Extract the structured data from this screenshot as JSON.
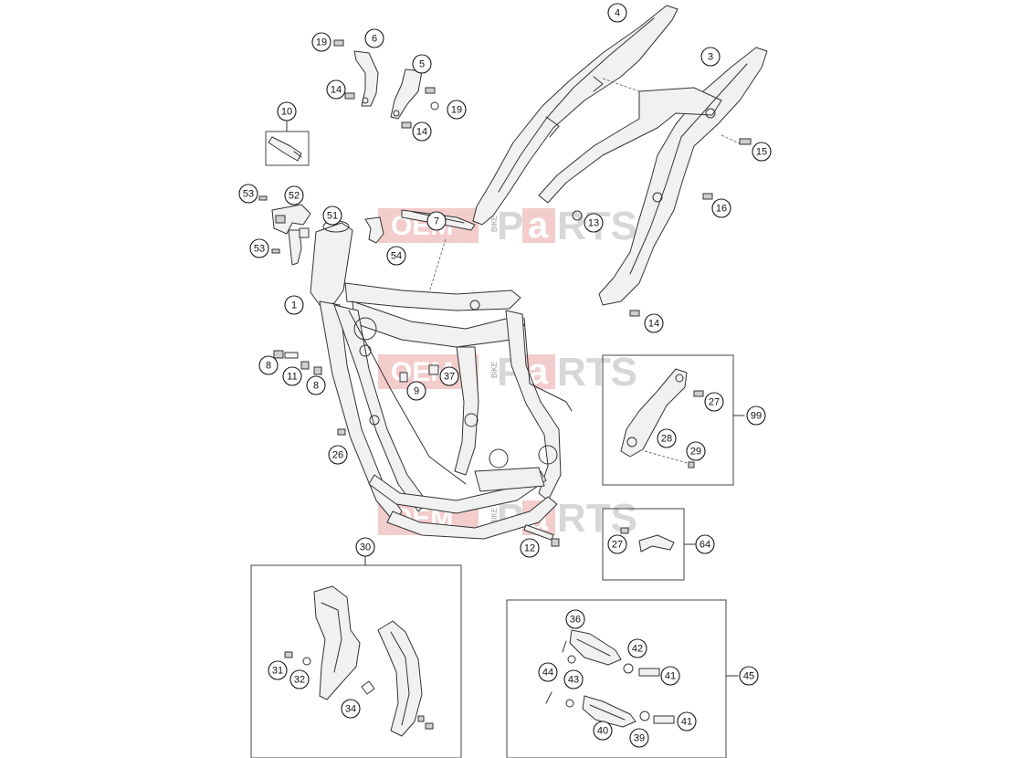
{
  "watermark": {
    "oem": "OEM",
    "bike": "BIKE",
    "p": "P",
    "a": "a",
    "rts": "RTS",
    "color": "#e07a7a"
  },
  "callouts": [
    {
      "id": "c4",
      "label": "4"
    },
    {
      "id": "c3",
      "label": "3"
    },
    {
      "id": "c19a",
      "label": "19"
    },
    {
      "id": "c6",
      "label": "6"
    },
    {
      "id": "c5",
      "label": "5"
    },
    {
      "id": "c14a",
      "label": "14"
    },
    {
      "id": "c19b",
      "label": "19"
    },
    {
      "id": "c14b",
      "label": "14"
    },
    {
      "id": "c10",
      "label": "10"
    },
    {
      "id": "c15",
      "label": "15"
    },
    {
      "id": "c53a",
      "label": "53"
    },
    {
      "id": "c52",
      "label": "52"
    },
    {
      "id": "c51",
      "label": "51"
    },
    {
      "id": "c7",
      "label": "7"
    },
    {
      "id": "c13",
      "label": "13"
    },
    {
      "id": "c16",
      "label": "16"
    },
    {
      "id": "c53b",
      "label": "53"
    },
    {
      "id": "c54",
      "label": "54"
    },
    {
      "id": "c1",
      "label": "1"
    },
    {
      "id": "c14c",
      "label": "14"
    },
    {
      "id": "c8a",
      "label": "8"
    },
    {
      "id": "c11",
      "label": "11"
    },
    {
      "id": "c8b",
      "label": "8"
    },
    {
      "id": "c9",
      "label": "9"
    },
    {
      "id": "c37",
      "label": "37"
    },
    {
      "id": "c27a",
      "label": "27"
    },
    {
      "id": "c99",
      "label": "99"
    },
    {
      "id": "c28",
      "label": "28"
    },
    {
      "id": "c29",
      "label": "29"
    },
    {
      "id": "c26",
      "label": "26"
    },
    {
      "id": "c27b",
      "label": "27"
    },
    {
      "id": "c64",
      "label": "64"
    },
    {
      "id": "c12",
      "label": "12"
    },
    {
      "id": "c30",
      "label": "30"
    },
    {
      "id": "c36",
      "label": "36"
    },
    {
      "id": "c42",
      "label": "42"
    },
    {
      "id": "c44",
      "label": "44"
    },
    {
      "id": "c43",
      "label": "43"
    },
    {
      "id": "c41a",
      "label": "41"
    },
    {
      "id": "c45",
      "label": "45"
    },
    {
      "id": "c31",
      "label": "31"
    },
    {
      "id": "c32",
      "label": "32"
    },
    {
      "id": "c34",
      "label": "34"
    },
    {
      "id": "c40",
      "label": "40"
    },
    {
      "id": "c39",
      "label": "39"
    },
    {
      "id": "c41b",
      "label": "41"
    }
  ]
}
